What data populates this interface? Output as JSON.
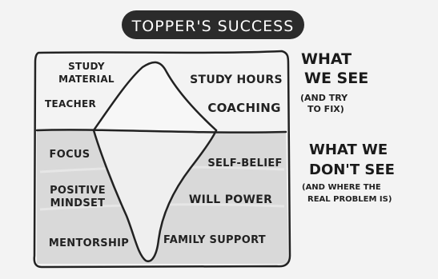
{
  "title": "TOPPER'S SUCCESS",
  "above_water": {
    "items": [
      {
        "line1": "STUDY",
        "line2": "MATERIAL"
      },
      {
        "text": "STUDY HOURS"
      },
      {
        "text": "TEACHER"
      },
      {
        "text": "COACHING"
      }
    ]
  },
  "below_water": {
    "items": [
      {
        "text": "FOCUS"
      },
      {
        "text": "SELF-BELIEF"
      },
      {
        "line1": "POSITIVE",
        "line2": "MINDSET"
      },
      {
        "text": "WILL POWER"
      },
      {
        "text": "MENTORSHIP"
      },
      {
        "text": "FAMILY SUPPORT"
      }
    ]
  },
  "side_what_we_see": {
    "line1": "WHAT",
    "line2": "WE SEE",
    "note1": "(AND TRY",
    "note2": "TO FIX)"
  },
  "side_what_we_dont_see": {
    "line1": "WHAT WE",
    "line2": "DON'T SEE",
    "note1": "(AND WHERE THE",
    "note2": "REAL PROBLEM IS)"
  },
  "colors": {
    "background": "#f3f3f3",
    "title_pill": "#2b2b2b",
    "title_text": "#ffffff",
    "water": "#d9d9d9",
    "ink": "#222222"
  }
}
